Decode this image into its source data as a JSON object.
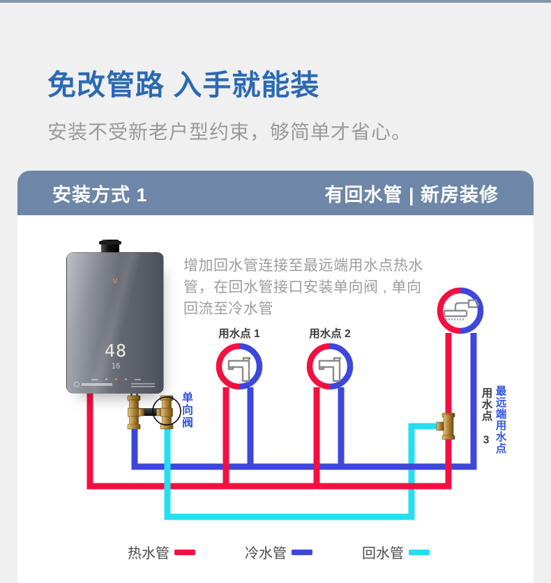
{
  "page": {
    "title": "免改管路 入手就能装",
    "subtitle": "安装不受新老户型约束，够简单才省心。"
  },
  "card": {
    "header_left": "安装方式 1",
    "header_right": "有回水管 | 新房装修"
  },
  "diagram": {
    "description_lines": [
      "增加回水管连接至最远端用水点热水",
      "管，在回水管接口安装单向阀 , 单向",
      "回流至冷水管"
    ],
    "heater": {
      "brand_mark": "V",
      "display_temp": "48",
      "display_small": "16"
    },
    "points": [
      {
        "label": "用水点 1"
      },
      {
        "label": "用水点 2"
      }
    ],
    "far_point_label_dark": "用水点 3",
    "far_point_label_blue": "最远端用水点",
    "check_valve_label": "单向阀"
  },
  "legend": {
    "items": [
      {
        "label": "热水管",
        "color": "#F31041"
      },
      {
        "label": "冷水管",
        "color": "#3D47DC"
      },
      {
        "label": "回水管",
        "color": "#25DEF2"
      }
    ]
  },
  "colors": {
    "hot_pipe": "#F31041",
    "cold_pipe": "#3D47DC",
    "return_pipe": "#25DEF2",
    "header_bg": "#6E86A7",
    "title_blue": "#2B6AB4",
    "label_blue": "#2F55E0"
  }
}
